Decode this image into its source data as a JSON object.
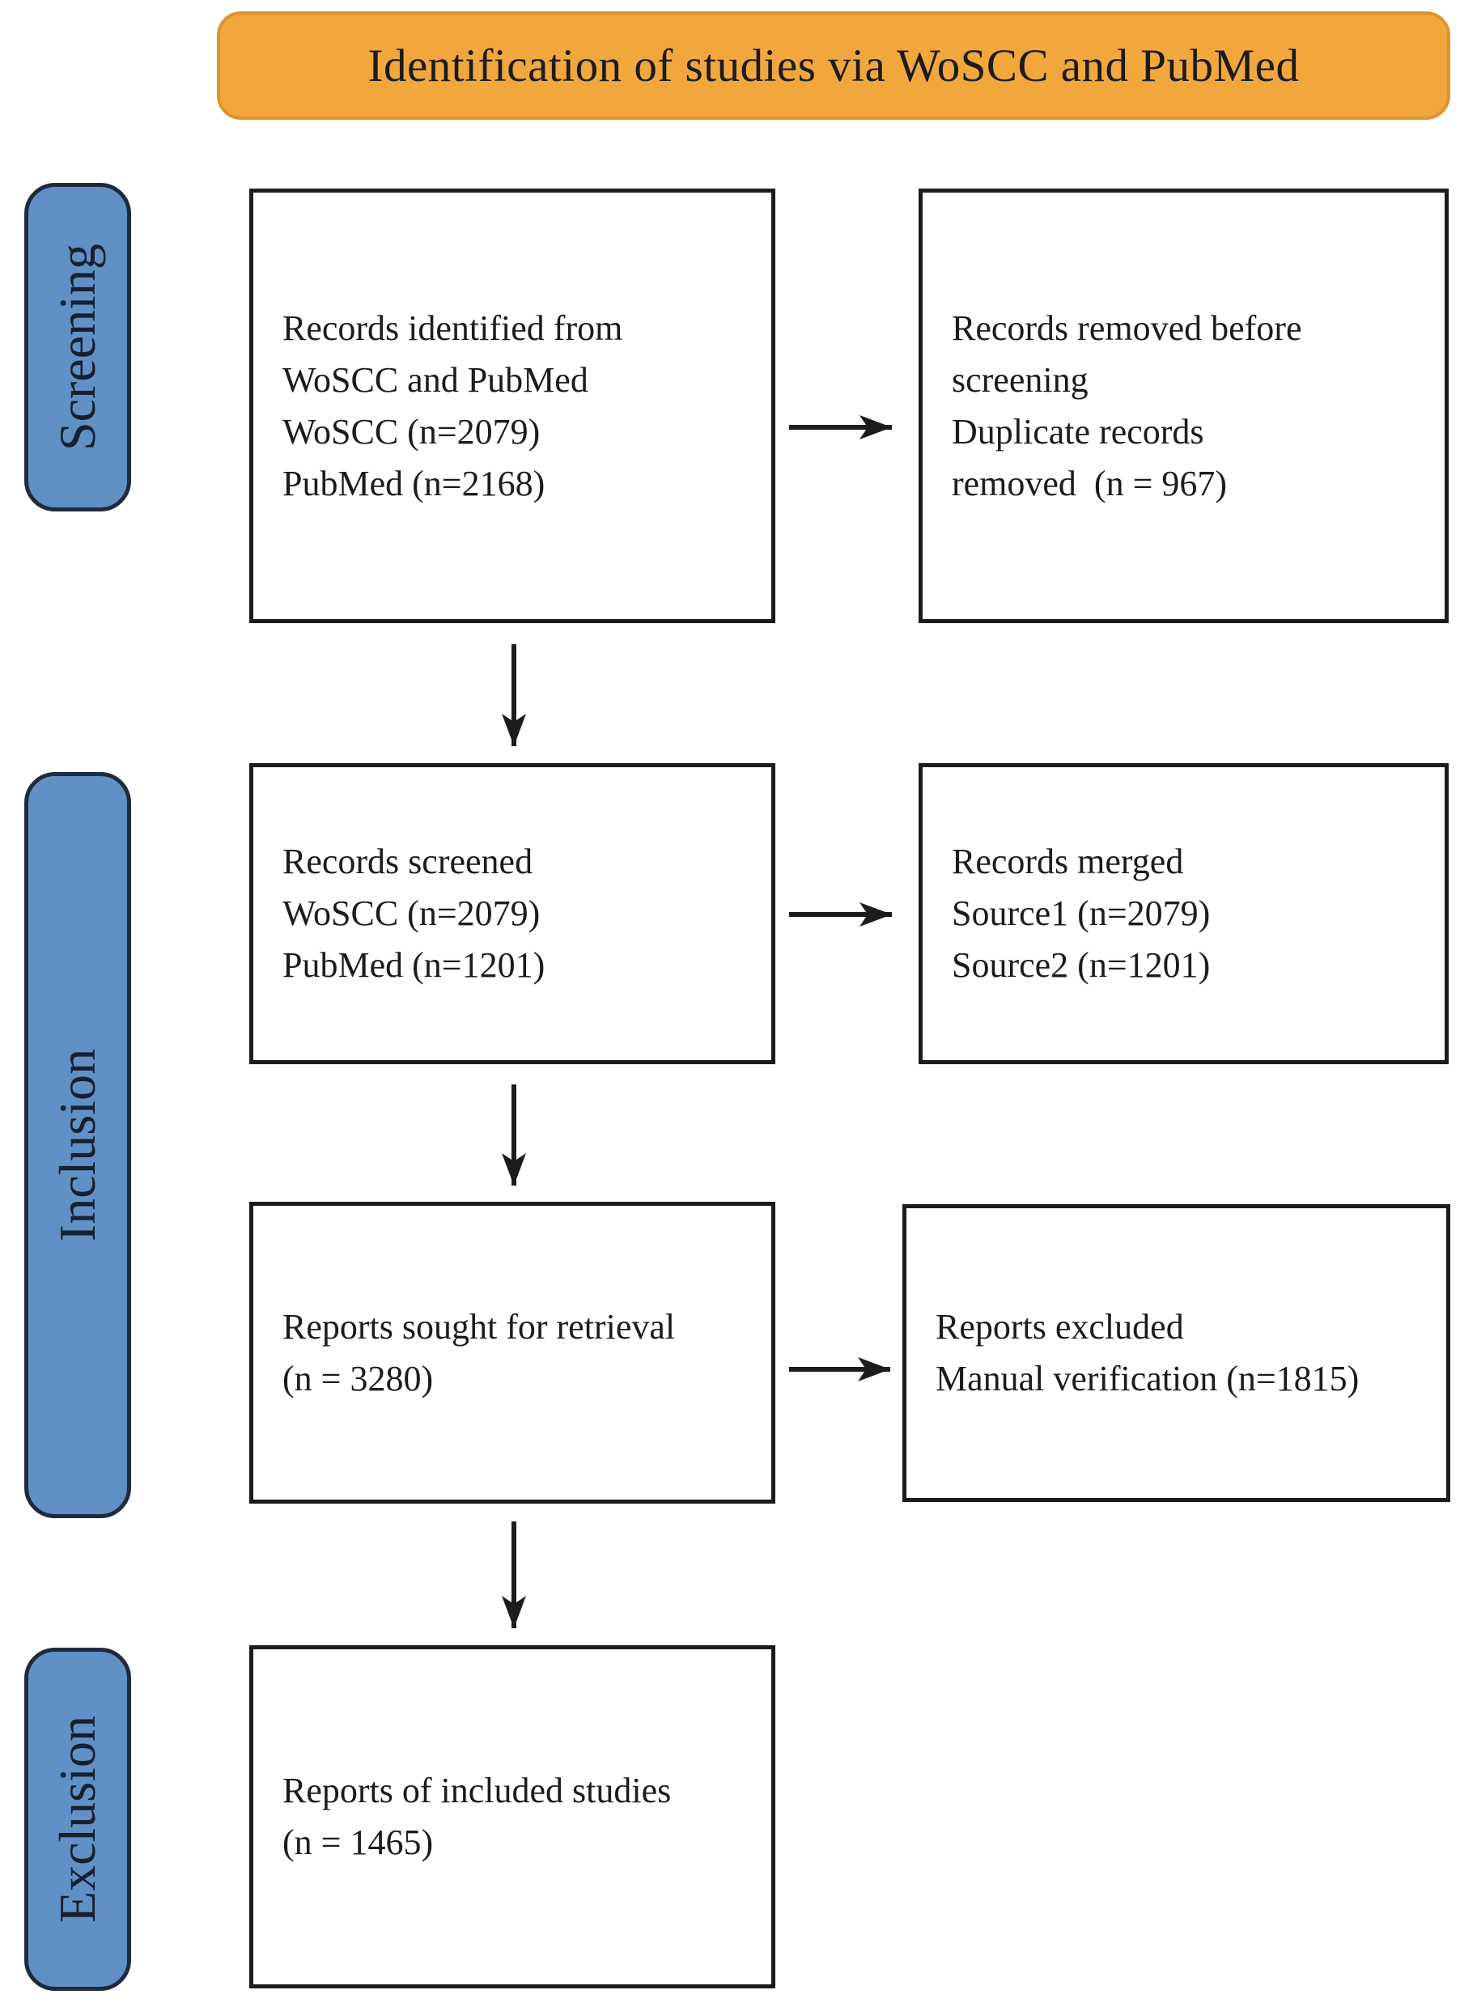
{
  "banner": {
    "label": "Identification of studies via WoSCC and PubMed"
  },
  "side_labels": {
    "screening": "Screening",
    "inclusion": "Inclusion",
    "exclusion": "Exclusion"
  },
  "boxes": {
    "records_identified": {
      "lines": [
        "Records identified from",
        "WoSCC and PubMed",
        "WoSCC (n=2079)",
        "PubMed (n=2168)"
      ]
    },
    "records_removed": {
      "lines": [
        "Records removed before",
        "screening",
        "Duplicate records",
        "removed  (n = 967)"
      ]
    },
    "records_screened": {
      "lines": [
        "Records screened",
        "WoSCC (n=2079)",
        "PubMed (n=1201)"
      ]
    },
    "records_merged": {
      "lines": [
        "Records merged",
        "Source1 (n=2079)",
        "Source2 (n=1201)"
      ]
    },
    "reports_sought": {
      "lines": [
        "Reports sought for retrieval",
        "(n = 3280)"
      ]
    },
    "reports_excluded": {
      "lines": [
        "Reports excluded",
        "Manual verification (n=1815)"
      ]
    },
    "reports_included": {
      "lines": [
        "Reports of included studies",
        "(n = 1465)"
      ]
    }
  },
  "arrows": [
    {
      "from": "records_identified",
      "to": "records_removed",
      "direction": "right"
    },
    {
      "from": "records_identified",
      "to": "records_screened",
      "direction": "down"
    },
    {
      "from": "records_screened",
      "to": "records_merged",
      "direction": "right"
    },
    {
      "from": "records_screened",
      "to": "reports_sought",
      "direction": "down"
    },
    {
      "from": "reports_sought",
      "to": "reports_excluded",
      "direction": "right"
    },
    {
      "from": "reports_sought",
      "to": "reports_included",
      "direction": "down"
    }
  ],
  "colors": {
    "banner_fill": "#F2A73D",
    "banner_border": "#DE9230",
    "side_label_fill": "#6090C5",
    "side_label_border": "#1F2B3D",
    "box_border": "#1C1C1C",
    "arrow": "#1C1C1C",
    "text": "#1C1C1C"
  }
}
